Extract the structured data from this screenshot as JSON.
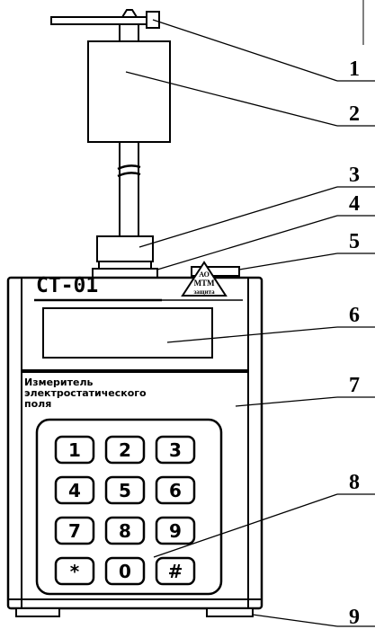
{
  "device": {
    "model": "CT-01",
    "logo_lines": [
      "АО",
      "МТМ",
      "защита"
    ],
    "caption_lines": [
      "Измеритель",
      "электростатического",
      "поля"
    ],
    "keypad": [
      "1",
      "2",
      "3",
      "4",
      "5",
      "6",
      "7",
      "8",
      "9",
      "*",
      "0",
      "#"
    ]
  },
  "callouts": [
    "1",
    "2",
    "3",
    "4",
    "5",
    "6",
    "7",
    "8",
    "9"
  ]
}
